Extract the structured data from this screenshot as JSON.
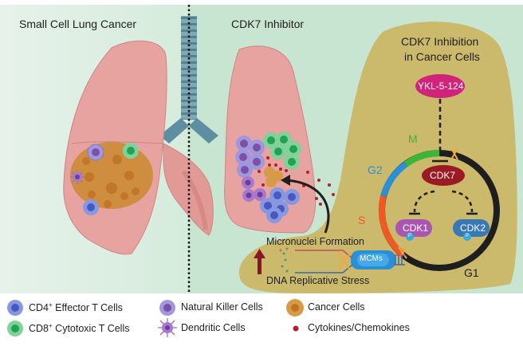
{
  "panels": {
    "left_title": "Small Cell Lung Cancer",
    "right_title": "CDK7 Inhibitor"
  },
  "inset": {
    "title_line1": "CDK7 Inhibition",
    "title_line2": "in Cancer Cells",
    "drug": "YKL-5-124",
    "cdk7": "CDK7",
    "cdk1": "CDK1",
    "cdk2": "CDK2",
    "phospho": "P",
    "mcms": "MCMs",
    "phases": {
      "m": "M",
      "g2": "G2",
      "s": "S",
      "g1": "G1"
    },
    "micronuclei": "Micronuclei Formation",
    "dna_stress": "DNA Replicative Stress"
  },
  "legend": {
    "cd4": {
      "prefix": "CD4",
      "sup": "+",
      "suffix": " Effector T Cells"
    },
    "cd8": {
      "prefix": "CD8",
      "sup": "+",
      "suffix": " Cytotoxic T Cells"
    },
    "nk": "Natural Killer Cells",
    "dc": "Dendritic Cells",
    "cancer": "Cancer Cells",
    "cytokines": "Cytokines/Chemokines"
  },
  "colors": {
    "bg_left": "#e1f0e6",
    "bg_right": "#c9e6d4",
    "lung": "#e39e9a",
    "lung_edge": "#c97b78",
    "trachea": "#6b97a8",
    "inset_bg": "#cbb96c",
    "drug": "#d0237a",
    "cdk7": "#9b1b25",
    "cdk1": "#a857b0",
    "cdk2": "#3a78b5",
    "phase_m": "#3db43a",
    "phase_g2": "#2b8fd6",
    "phase_s": "#ef5a24",
    "phase_g1": "#1e1e1e",
    "cd4": "#7d8fd9",
    "cd8": "#5cc084",
    "nk": "#9a83c4",
    "dc": "#8b57b8",
    "cancer": "#d08f3e",
    "cytokine": "#b3202a",
    "arrow_up": "#8a1428"
  }
}
